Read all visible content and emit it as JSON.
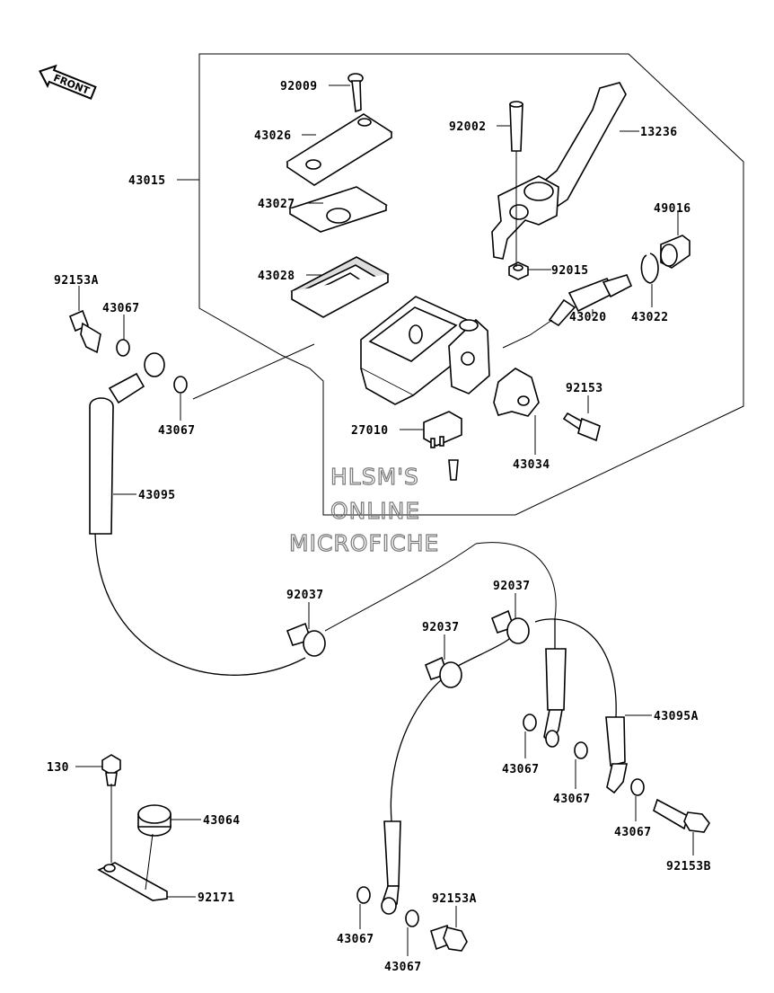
{
  "diagram": {
    "front_label": "FRONT",
    "watermark": [
      "HLSM'S",
      "ONLINE",
      "MICROFICHE"
    ],
    "callouts": [
      {
        "id": "c-92009",
        "text": "92009"
      },
      {
        "id": "c-43026",
        "text": "43026"
      },
      {
        "id": "c-92002",
        "text": "92002"
      },
      {
        "id": "c-13236",
        "text": "13236"
      },
      {
        "id": "c-43015",
        "text": "43015"
      },
      {
        "id": "c-43027",
        "text": "43027"
      },
      {
        "id": "c-49016",
        "text": "49016"
      },
      {
        "id": "c-43028",
        "text": "43028"
      },
      {
        "id": "c-92015",
        "text": "92015"
      },
      {
        "id": "c-92153A-top",
        "text": "92153A"
      },
      {
        "id": "c-43067-a",
        "text": "43067"
      },
      {
        "id": "c-43022",
        "text": "43022"
      },
      {
        "id": "c-43020",
        "text": "43020"
      },
      {
        "id": "c-92153",
        "text": "92153"
      },
      {
        "id": "c-43067-b",
        "text": "43067"
      },
      {
        "id": "c-27010",
        "text": "27010"
      },
      {
        "id": "c-43034",
        "text": "43034"
      },
      {
        "id": "c-43095",
        "text": "43095"
      },
      {
        "id": "c-92037-a",
        "text": "92037"
      },
      {
        "id": "c-92037-b",
        "text": "92037"
      },
      {
        "id": "c-92037-c",
        "text": "92037"
      },
      {
        "id": "c-43095A",
        "text": "43095A"
      },
      {
        "id": "c-43067-c",
        "text": "43067"
      },
      {
        "id": "c-130",
        "text": "130"
      },
      {
        "id": "c-43067-d",
        "text": "43067"
      },
      {
        "id": "c-43064",
        "text": "43064"
      },
      {
        "id": "c-43067-e",
        "text": "43067"
      },
      {
        "id": "c-92153B",
        "text": "92153B"
      },
      {
        "id": "c-92171",
        "text": "92171"
      },
      {
        "id": "c-92153A-bot",
        "text": "92153A"
      },
      {
        "id": "c-43067-f",
        "text": "43067"
      },
      {
        "id": "c-43067-g",
        "text": "43067"
      }
    ]
  }
}
